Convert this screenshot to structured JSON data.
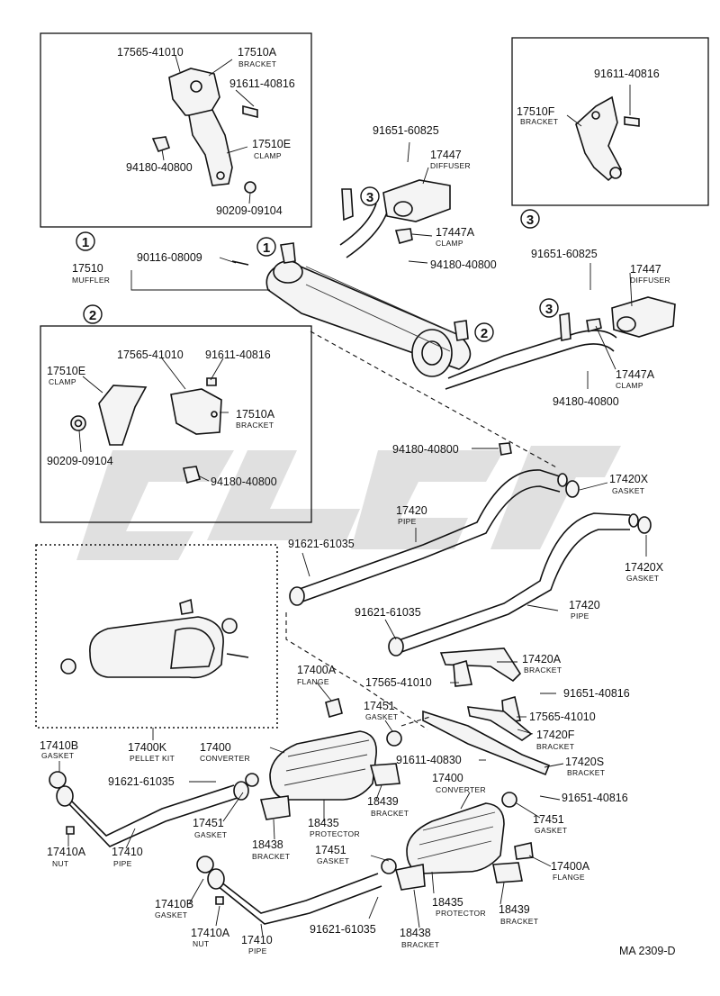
{
  "diagram": {
    "code": "MA 2309-D",
    "circle_refs": [
      "1",
      "2",
      "3"
    ],
    "labels": [
      {
        "id": "l01",
        "num": "17565-41010",
        "name": ""
      },
      {
        "id": "l02",
        "num": "17510A",
        "name": "BRACKET"
      },
      {
        "id": "l03",
        "num": "91611-40816",
        "name": ""
      },
      {
        "id": "l04",
        "num": "17510E",
        "name": "CLAMP"
      },
      {
        "id": "l05",
        "num": "94180-40800",
        "name": ""
      },
      {
        "id": "l06",
        "num": "90209-09104",
        "name": ""
      },
      {
        "id": "l07",
        "num": "91651-60825",
        "name": ""
      },
      {
        "id": "l08",
        "num": "17447",
        "name": "DIFFUSER"
      },
      {
        "id": "l09",
        "num": "17447A",
        "name": "CLAMP"
      },
      {
        "id": "l10",
        "num": "94180-40800",
        "name": ""
      },
      {
        "id": "l11",
        "num": "91611-40816",
        "name": ""
      },
      {
        "id": "l12",
        "num": "17510F",
        "name": "BRACKET"
      },
      {
        "id": "l13",
        "num": "90116-08009",
        "name": ""
      },
      {
        "id": "l14",
        "num": "17510",
        "name": "MUFFLER"
      },
      {
        "id": "l15",
        "num": "91651-60825",
        "name": ""
      },
      {
        "id": "l16",
        "num": "17447",
        "name": "DIFFUSER"
      },
      {
        "id": "l17",
        "num": "17447A",
        "name": "CLAMP"
      },
      {
        "id": "l18",
        "num": "94180-40800",
        "name": ""
      },
      {
        "id": "l19",
        "num": "17565-41010",
        "name": ""
      },
      {
        "id": "l20",
        "num": "91611-40816",
        "name": ""
      },
      {
        "id": "l21",
        "num": "17510E",
        "name": "CLAMP"
      },
      {
        "id": "l22",
        "num": "17510A",
        "name": "BRACKET"
      },
      {
        "id": "l23",
        "num": "90209-09104",
        "name": ""
      },
      {
        "id": "l24",
        "num": "94180-40800",
        "name": ""
      },
      {
        "id": "l25",
        "num": "94180-40800",
        "name": ""
      },
      {
        "id": "l26",
        "num": "17420X",
        "name": "GASKET"
      },
      {
        "id": "l27",
        "num": "17420",
        "name": "PIPE"
      },
      {
        "id": "l28",
        "num": "91621-61035",
        "name": ""
      },
      {
        "id": "l29",
        "num": "17420X",
        "name": "GASKET"
      },
      {
        "id": "l30",
        "num": "91621-61035",
        "name": ""
      },
      {
        "id": "l31",
        "num": "17420",
        "name": "PIPE"
      },
      {
        "id": "l32",
        "num": "17420A",
        "name": "BRACKET"
      },
      {
        "id": "l33",
        "num": "17400A",
        "name": "FLANGE"
      },
      {
        "id": "l34",
        "num": "17565-41010",
        "name": ""
      },
      {
        "id": "l35",
        "num": "91651-40816",
        "name": ""
      },
      {
        "id": "l36",
        "num": "17451",
        "name": "GASKET"
      },
      {
        "id": "l37",
        "num": "17565-41010",
        "name": ""
      },
      {
        "id": "l38",
        "num": "17420F",
        "name": "BRACKET"
      },
      {
        "id": "l39",
        "num": "17410B",
        "name": "GASKET"
      },
      {
        "id": "l40",
        "num": "17400K",
        "name": "PELLET KIT"
      },
      {
        "id": "l41",
        "num": "17400",
        "name": "CONVERTER"
      },
      {
        "id": "l42",
        "num": "91611-40830",
        "name": ""
      },
      {
        "id": "l43",
        "num": "17420S",
        "name": "BRACKET"
      },
      {
        "id": "l44",
        "num": "91621-61035",
        "name": ""
      },
      {
        "id": "l45",
        "num": "18439",
        "name": "BRACKET"
      },
      {
        "id": "l46",
        "num": "17400",
        "name": "CONVERTER"
      },
      {
        "id": "l47",
        "num": "91651-40816",
        "name": ""
      },
      {
        "id": "l48",
        "num": "17451",
        "name": "GASKET"
      },
      {
        "id": "l49",
        "num": "18435",
        "name": "PROTECTOR"
      },
      {
        "id": "l50",
        "num": "17451",
        "name": "GASKET"
      },
      {
        "id": "l51",
        "num": "17410A",
        "name": "NUT"
      },
      {
        "id": "l52",
        "num": "17410",
        "name": "PIPE"
      },
      {
        "id": "l53",
        "num": "18438",
        "name": "BRACKET"
      },
      {
        "id": "l54",
        "num": "17451",
        "name": "GASKET"
      },
      {
        "id": "l55",
        "num": "17400A",
        "name": "FLANGE"
      },
      {
        "id": "l56",
        "num": "17410B",
        "name": "GASKET"
      },
      {
        "id": "l57",
        "num": "18435",
        "name": "PROTECTOR"
      },
      {
        "id": "l58",
        "num": "18439",
        "name": "BRACKET"
      },
      {
        "id": "l59",
        "num": "17410A",
        "name": "NUT"
      },
      {
        "id": "l60",
        "num": "91621-61035",
        "name": ""
      },
      {
        "id": "l61",
        "num": "18438",
        "name": "BRACKET"
      },
      {
        "id": "l62",
        "num": "17410",
        "name": "PIPE"
      }
    ]
  }
}
